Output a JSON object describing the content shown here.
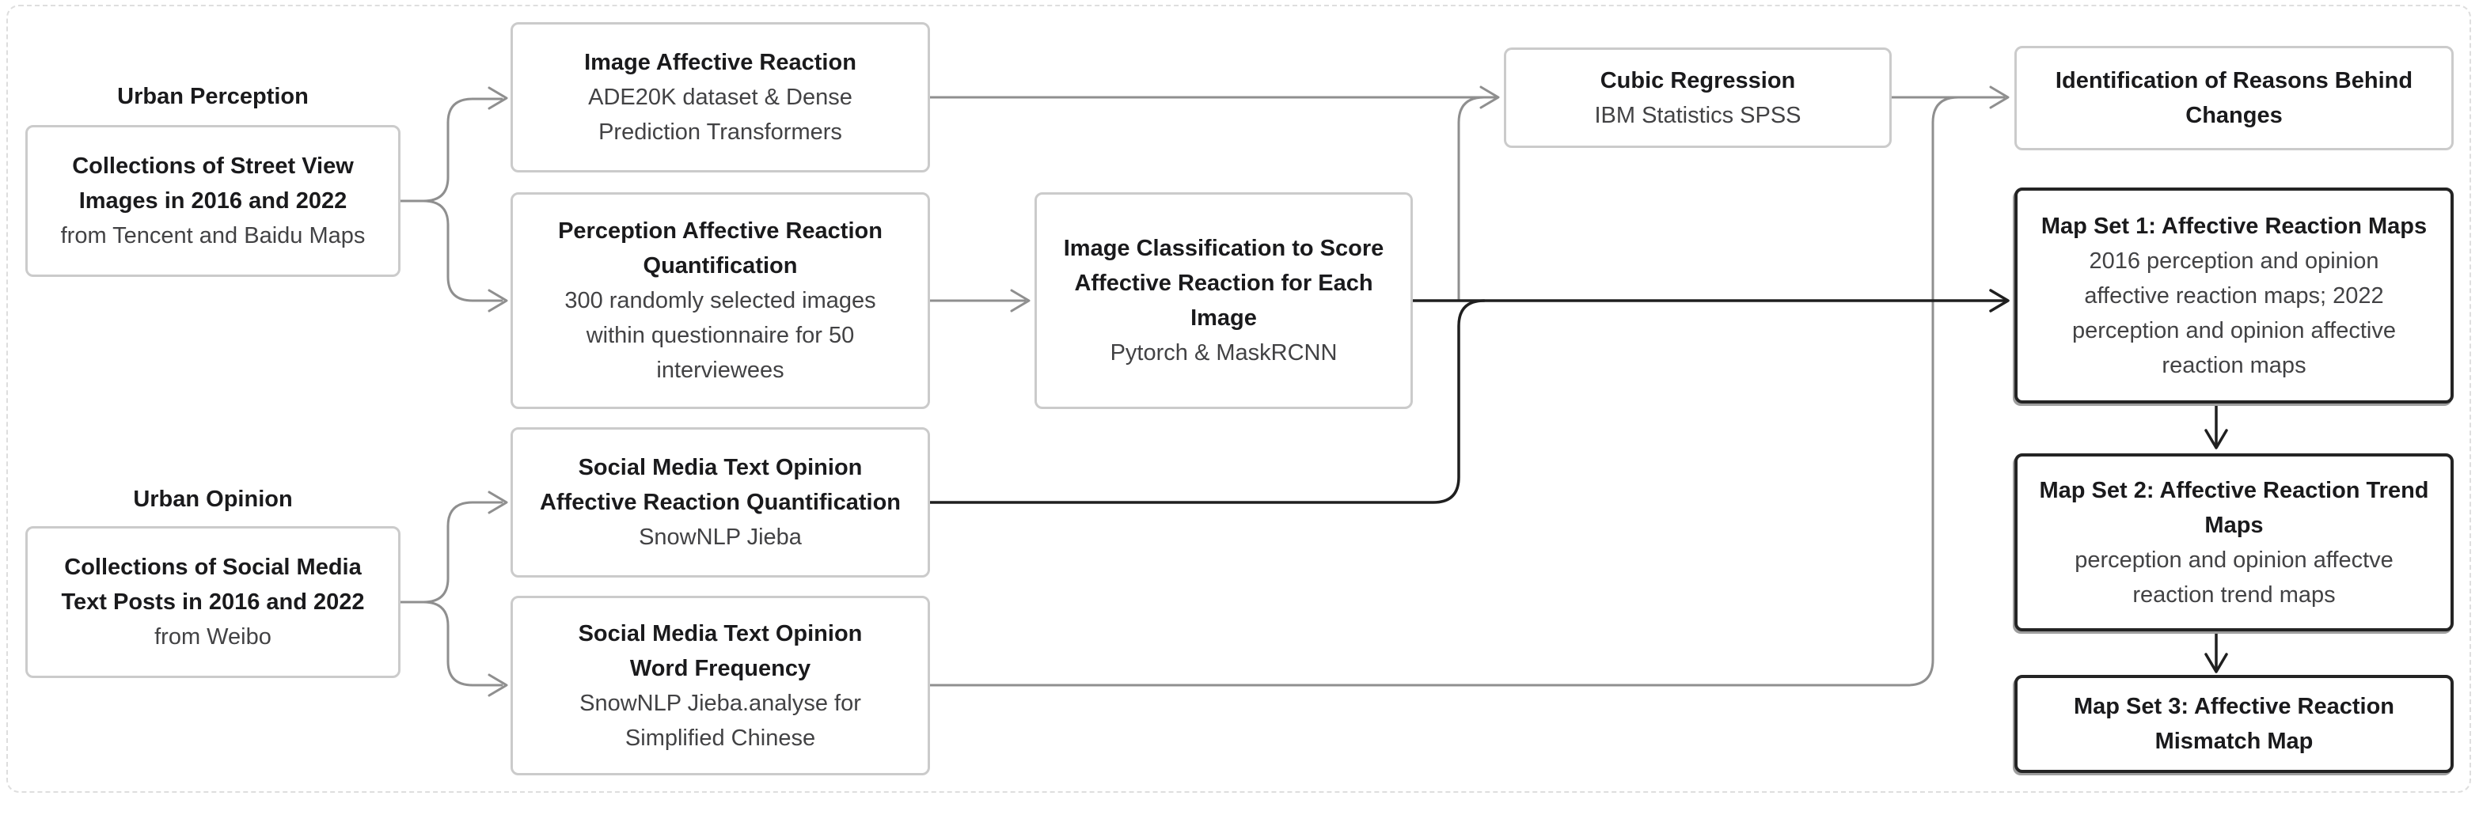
{
  "figure": {
    "labels": {
      "perception": "Urban Perception",
      "opinion": "Urban Opinion"
    },
    "nodes": {
      "street_view": {
        "title": "Collections of Street View\nImages in 2016 and 2022",
        "body": "from Tencent and Baidu Maps"
      },
      "social_posts": {
        "title": "Collections of Social Media\nText Posts in 2016 and 2022",
        "body": "from Weibo"
      },
      "image_affective": {
        "title": "Image Affective Reaction",
        "body": "ADE20K dataset & Dense\nPrediction Transformers"
      },
      "perception_quant": {
        "title": "Perception Affective Reaction\nQuantification",
        "body": "300 randomly selected images\nwithin questionnaire for 50\ninterviewees"
      },
      "social_affective": {
        "title": "Social Media Text Opinion\nAffective Reaction Quantification",
        "body": "SnowNLP Jieba"
      },
      "word_frequency": {
        "title": "Social Media Text Opinion\nWord Frequency",
        "body": "SnowNLP Jieba.analyse for\nSimplified Chinese"
      },
      "image_classification": {
        "title": "Image Classification to Score\nAffective Reaction for Each\nImage",
        "body": "Pytorch & MaskRCNN"
      },
      "cubic_regression": {
        "title": "Cubic Regression",
        "body": "IBM Statistics SPSS"
      },
      "identification": {
        "title": "Identification of Reasons Behind\nChanges",
        "body": ""
      },
      "map_set_1": {
        "title": "Map Set 1: Affective Reaction Maps",
        "body": "2016 perception and opinion\naffective reaction maps; 2022\nperception and opinion affective\nreaction maps"
      },
      "map_set_2": {
        "title": "Map Set 2: Affective Reaction Trend\nMaps",
        "body": "perception and opinion affectve\nreaction trend maps"
      },
      "map_set_3": {
        "title": "Map Set 3: Affective Reaction\nMismatch Map",
        "body": ""
      }
    },
    "colors": {
      "connector_gray": "#8f8f8f",
      "connector_black": "#1f1f1f",
      "box_border": "#cbcbcb",
      "map_border": "#242424",
      "title_color": "#1a1a1c",
      "body_color": "#424244"
    }
  }
}
